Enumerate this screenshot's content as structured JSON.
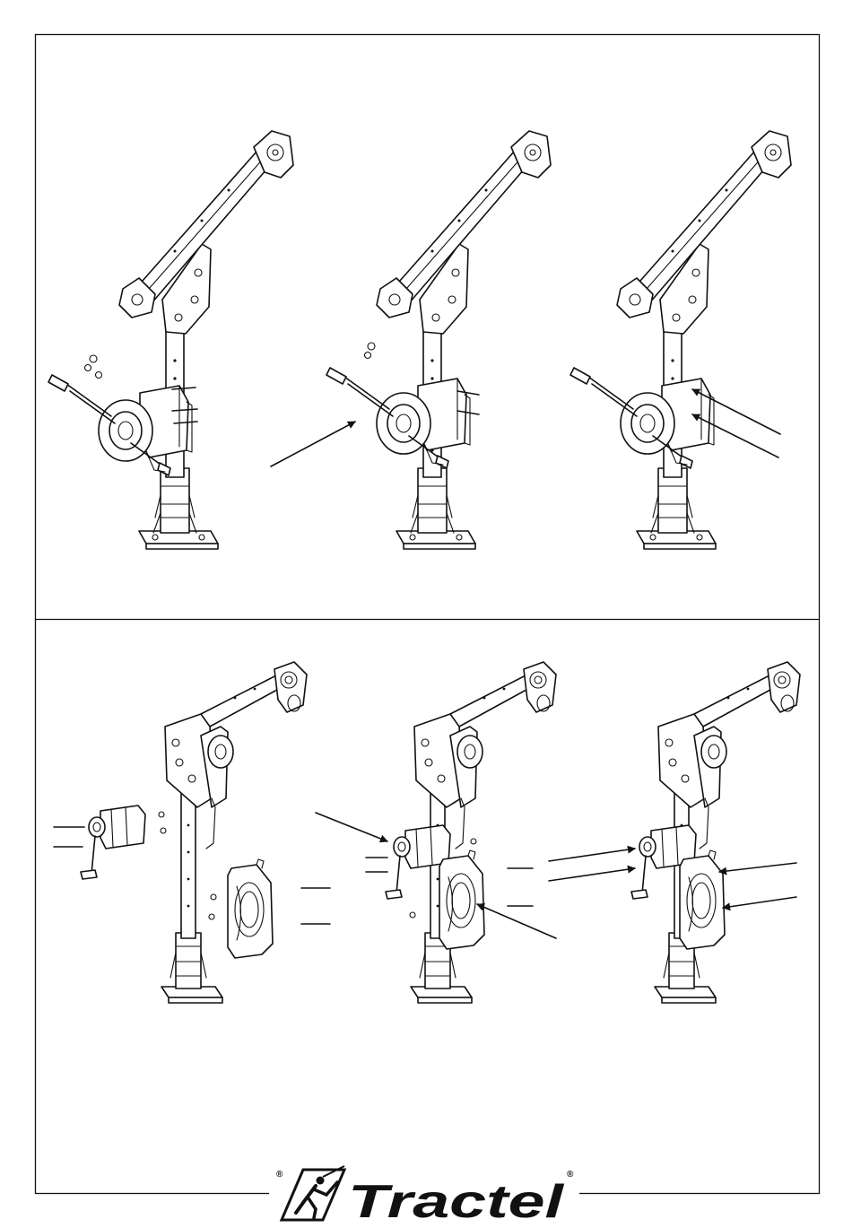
{
  "brand": {
    "name": "Tractel",
    "registered_mark": "®"
  },
  "colors": {
    "line": "#111111",
    "paper": "#ffffff"
  },
  "panels": [
    {
      "id": "top",
      "steps": 3,
      "arrows": [
        1,
        2
      ]
    },
    {
      "id": "bottom",
      "steps": 3,
      "arrows": [
        1,
        4
      ]
    }
  ]
}
